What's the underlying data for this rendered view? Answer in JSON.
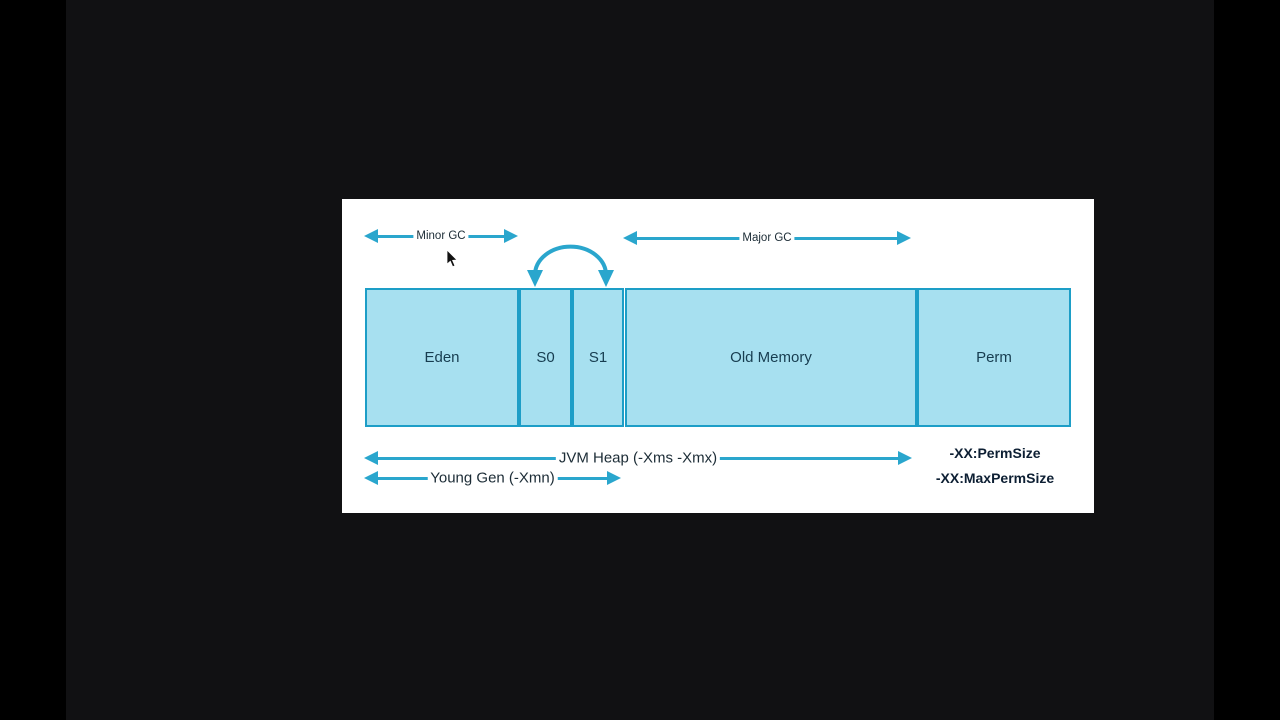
{
  "scene": {
    "background_outer": "#000000",
    "background_inner": "#111113",
    "panel_background": "#ffffff"
  },
  "colors": {
    "accent_cyan": "#2aa6cd",
    "box_fill": "#a7e0f0",
    "box_border": "#1d9ec7",
    "arrow_label_text": "#1c2c36",
    "region_text": "#173d50",
    "flags_text": "#0d1f33"
  },
  "gc_arrows": {
    "minor": {
      "label": "Minor GC"
    },
    "major": {
      "label": "Major GC"
    }
  },
  "heap_arrows": {
    "jvm_heap": {
      "label": "JVM Heap (-Xms -Xmx)"
    },
    "young_gen": {
      "label": "Young Gen (-Xmn)"
    }
  },
  "memory_regions": [
    {
      "label": "Eden"
    },
    {
      "label": "S0"
    },
    {
      "label": "S1"
    },
    {
      "label": "Old Memory"
    },
    {
      "label": "Perm"
    }
  ],
  "perm_flags": {
    "line1": "-XX:PermSize",
    "line2": "-XX:MaxPermSize"
  },
  "icons": {
    "swap_arrow": "curved-swap-arrow",
    "pointer": "mouse-cursor"
  }
}
